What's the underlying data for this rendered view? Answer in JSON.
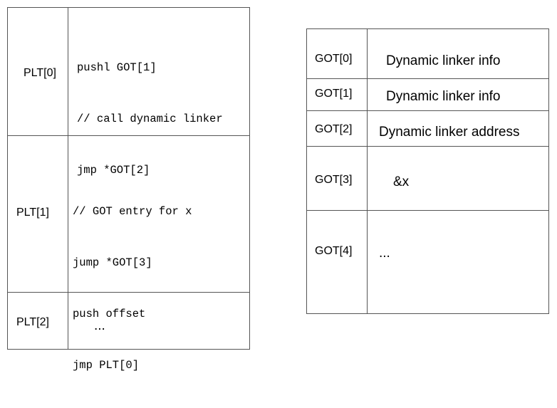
{
  "plt": {
    "rows": [
      {
        "label": "PLT[0]",
        "code": [
          "pushl GOT[1]",
          "// call dynamic linker",
          "jmp *GOT[2]"
        ]
      },
      {
        "label": "PLT[1]",
        "code": [
          "// GOT entry for x",
          "jump *GOT[3]",
          "push offset",
          "jmp PLT[0]"
        ]
      },
      {
        "label": "PLT[2]",
        "value": "..."
      }
    ]
  },
  "got": {
    "rows": [
      {
        "label": "GOT[0]",
        "value": "Dynamic linker info"
      },
      {
        "label": "GOT[1]",
        "value": "Dynamic linker info"
      },
      {
        "label": "GOT[2]",
        "value": "Dynamic linker address"
      },
      {
        "label": "GOT[3]",
        "value": "&x"
      },
      {
        "label": "GOT[4]",
        "value": "..."
      }
    ]
  }
}
